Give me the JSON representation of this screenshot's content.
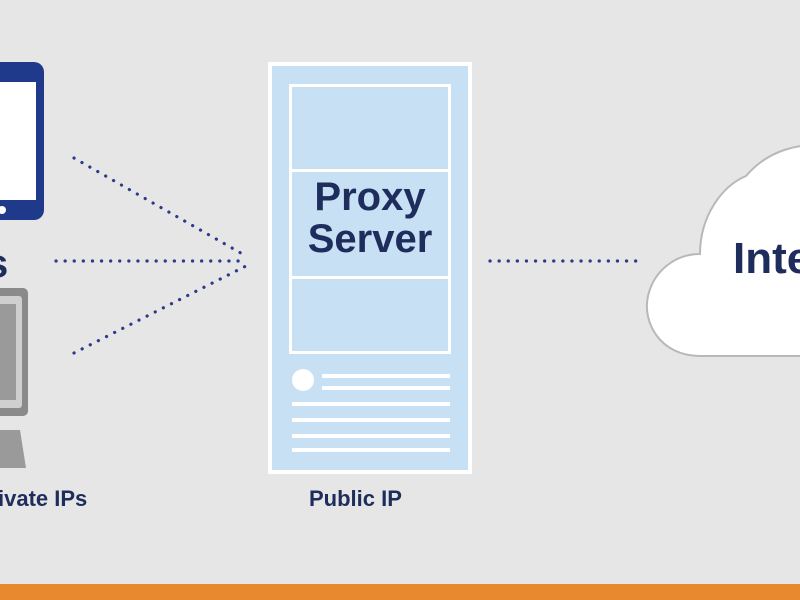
{
  "proxy_server": {
    "title_line1": "Proxy",
    "title_line2": "Server",
    "caption": "Public IP"
  },
  "clients": {
    "caption": "ivate IPs",
    "partial_label": "s"
  },
  "internet": {
    "label": "Inte"
  },
  "colors": {
    "background": "#e6e6e6",
    "navy": "#1e2d5c",
    "device_blue": "#1f3a8a",
    "server_fill": "#c8e0f4",
    "server_border": "#ffffff",
    "accent_bar": "#e8892f",
    "dots": "#2b3a8c"
  },
  "icons": {
    "phone": "smartphone-icon",
    "computer": "desktop-computer-icon",
    "server": "server-tower-icon",
    "cloud": "cloud-icon"
  }
}
